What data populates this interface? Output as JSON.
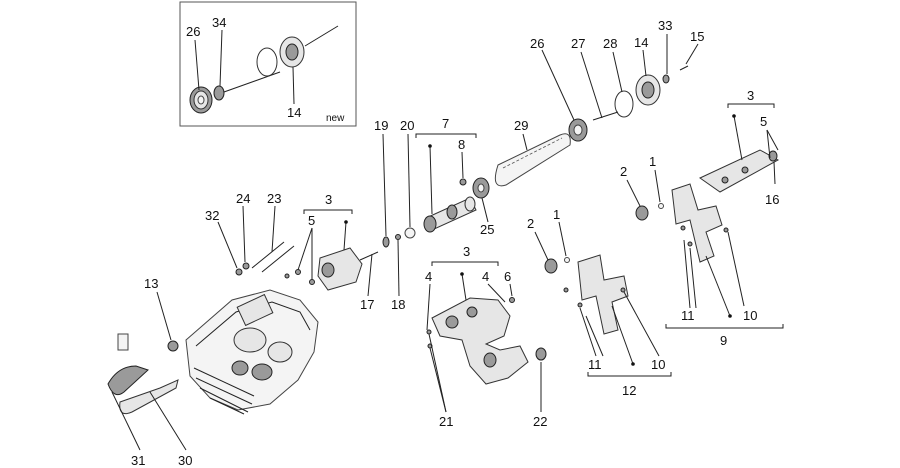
{
  "inset": {
    "badge": "new"
  },
  "labels": {
    "l26a": "26",
    "l34": "34",
    "l14a": "14",
    "l26b": "26",
    "l27": "27",
    "l28": "28",
    "l14b": "14",
    "l33": "33",
    "l15": "15",
    "l3a": "3",
    "l5a": "5",
    "l16": "16",
    "l2a": "2",
    "l1a": "1",
    "l11a": "11",
    "l10a": "10",
    "l9": "9",
    "l29": "29",
    "l19": "19",
    "l20": "20",
    "l7": "7",
    "l8": "8",
    "l25": "25",
    "l2b": "2",
    "l1b": "1",
    "l3b": "3",
    "l24": "24",
    "l23": "23",
    "l32": "32",
    "l5b": "5",
    "l17": "17",
    "l18": "18",
    "l3c": "3",
    "l4a": "4",
    "l4b": "4",
    "l6": "6",
    "l11b": "11",
    "l10b": "10",
    "l12": "12",
    "l13": "13",
    "l21": "21",
    "l22": "22",
    "l31": "31",
    "l30": "30"
  }
}
